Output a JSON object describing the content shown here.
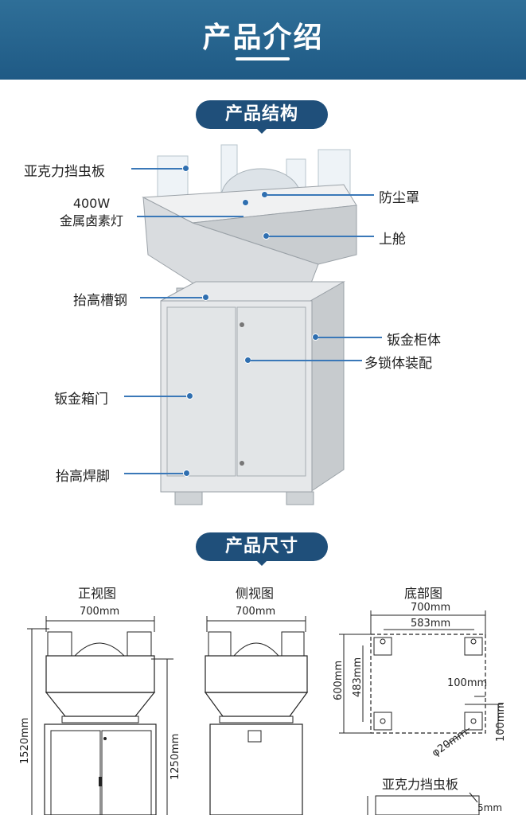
{
  "header": {
    "title": "产品介绍"
  },
  "sections": {
    "structure": "产品结构",
    "dimensions": "产品尺寸"
  },
  "callouts": {
    "acrylic_shield": "亚克力挡虫板",
    "lamp_power": "400W",
    "lamp_name": "金属卤素灯",
    "dust_cover": "防尘罩",
    "upper_cabin": "上舱",
    "channel_steel": "抬高槽钢",
    "cabinet_body": "钣金柜体",
    "multi_lock": "多锁体装配",
    "cabinet_door": "钣金箱门",
    "welded_feet": "抬高焊脚"
  },
  "views": {
    "front": {
      "title": "正视图",
      "width": "700mm",
      "height_total": "1520mm",
      "height_cabinet": "1250mm"
    },
    "side": {
      "title": "侧视图",
      "width": "700mm"
    },
    "bottom": {
      "title": "底部图",
      "width": "700mm",
      "inner_width": "583mm",
      "depth": "600mm",
      "inner_depth": "483mm",
      "offset": "100mm",
      "offset_v": "100mm",
      "hole": "φ20mm"
    },
    "acrylic": {
      "title": "亚克力挡虫板",
      "thickness": "5mm"
    }
  },
  "colors": {
    "banner": "#1f5a85",
    "pill": "#1f4f7a",
    "leader": "#3a78b8",
    "machine": "#e4e6e8"
  }
}
